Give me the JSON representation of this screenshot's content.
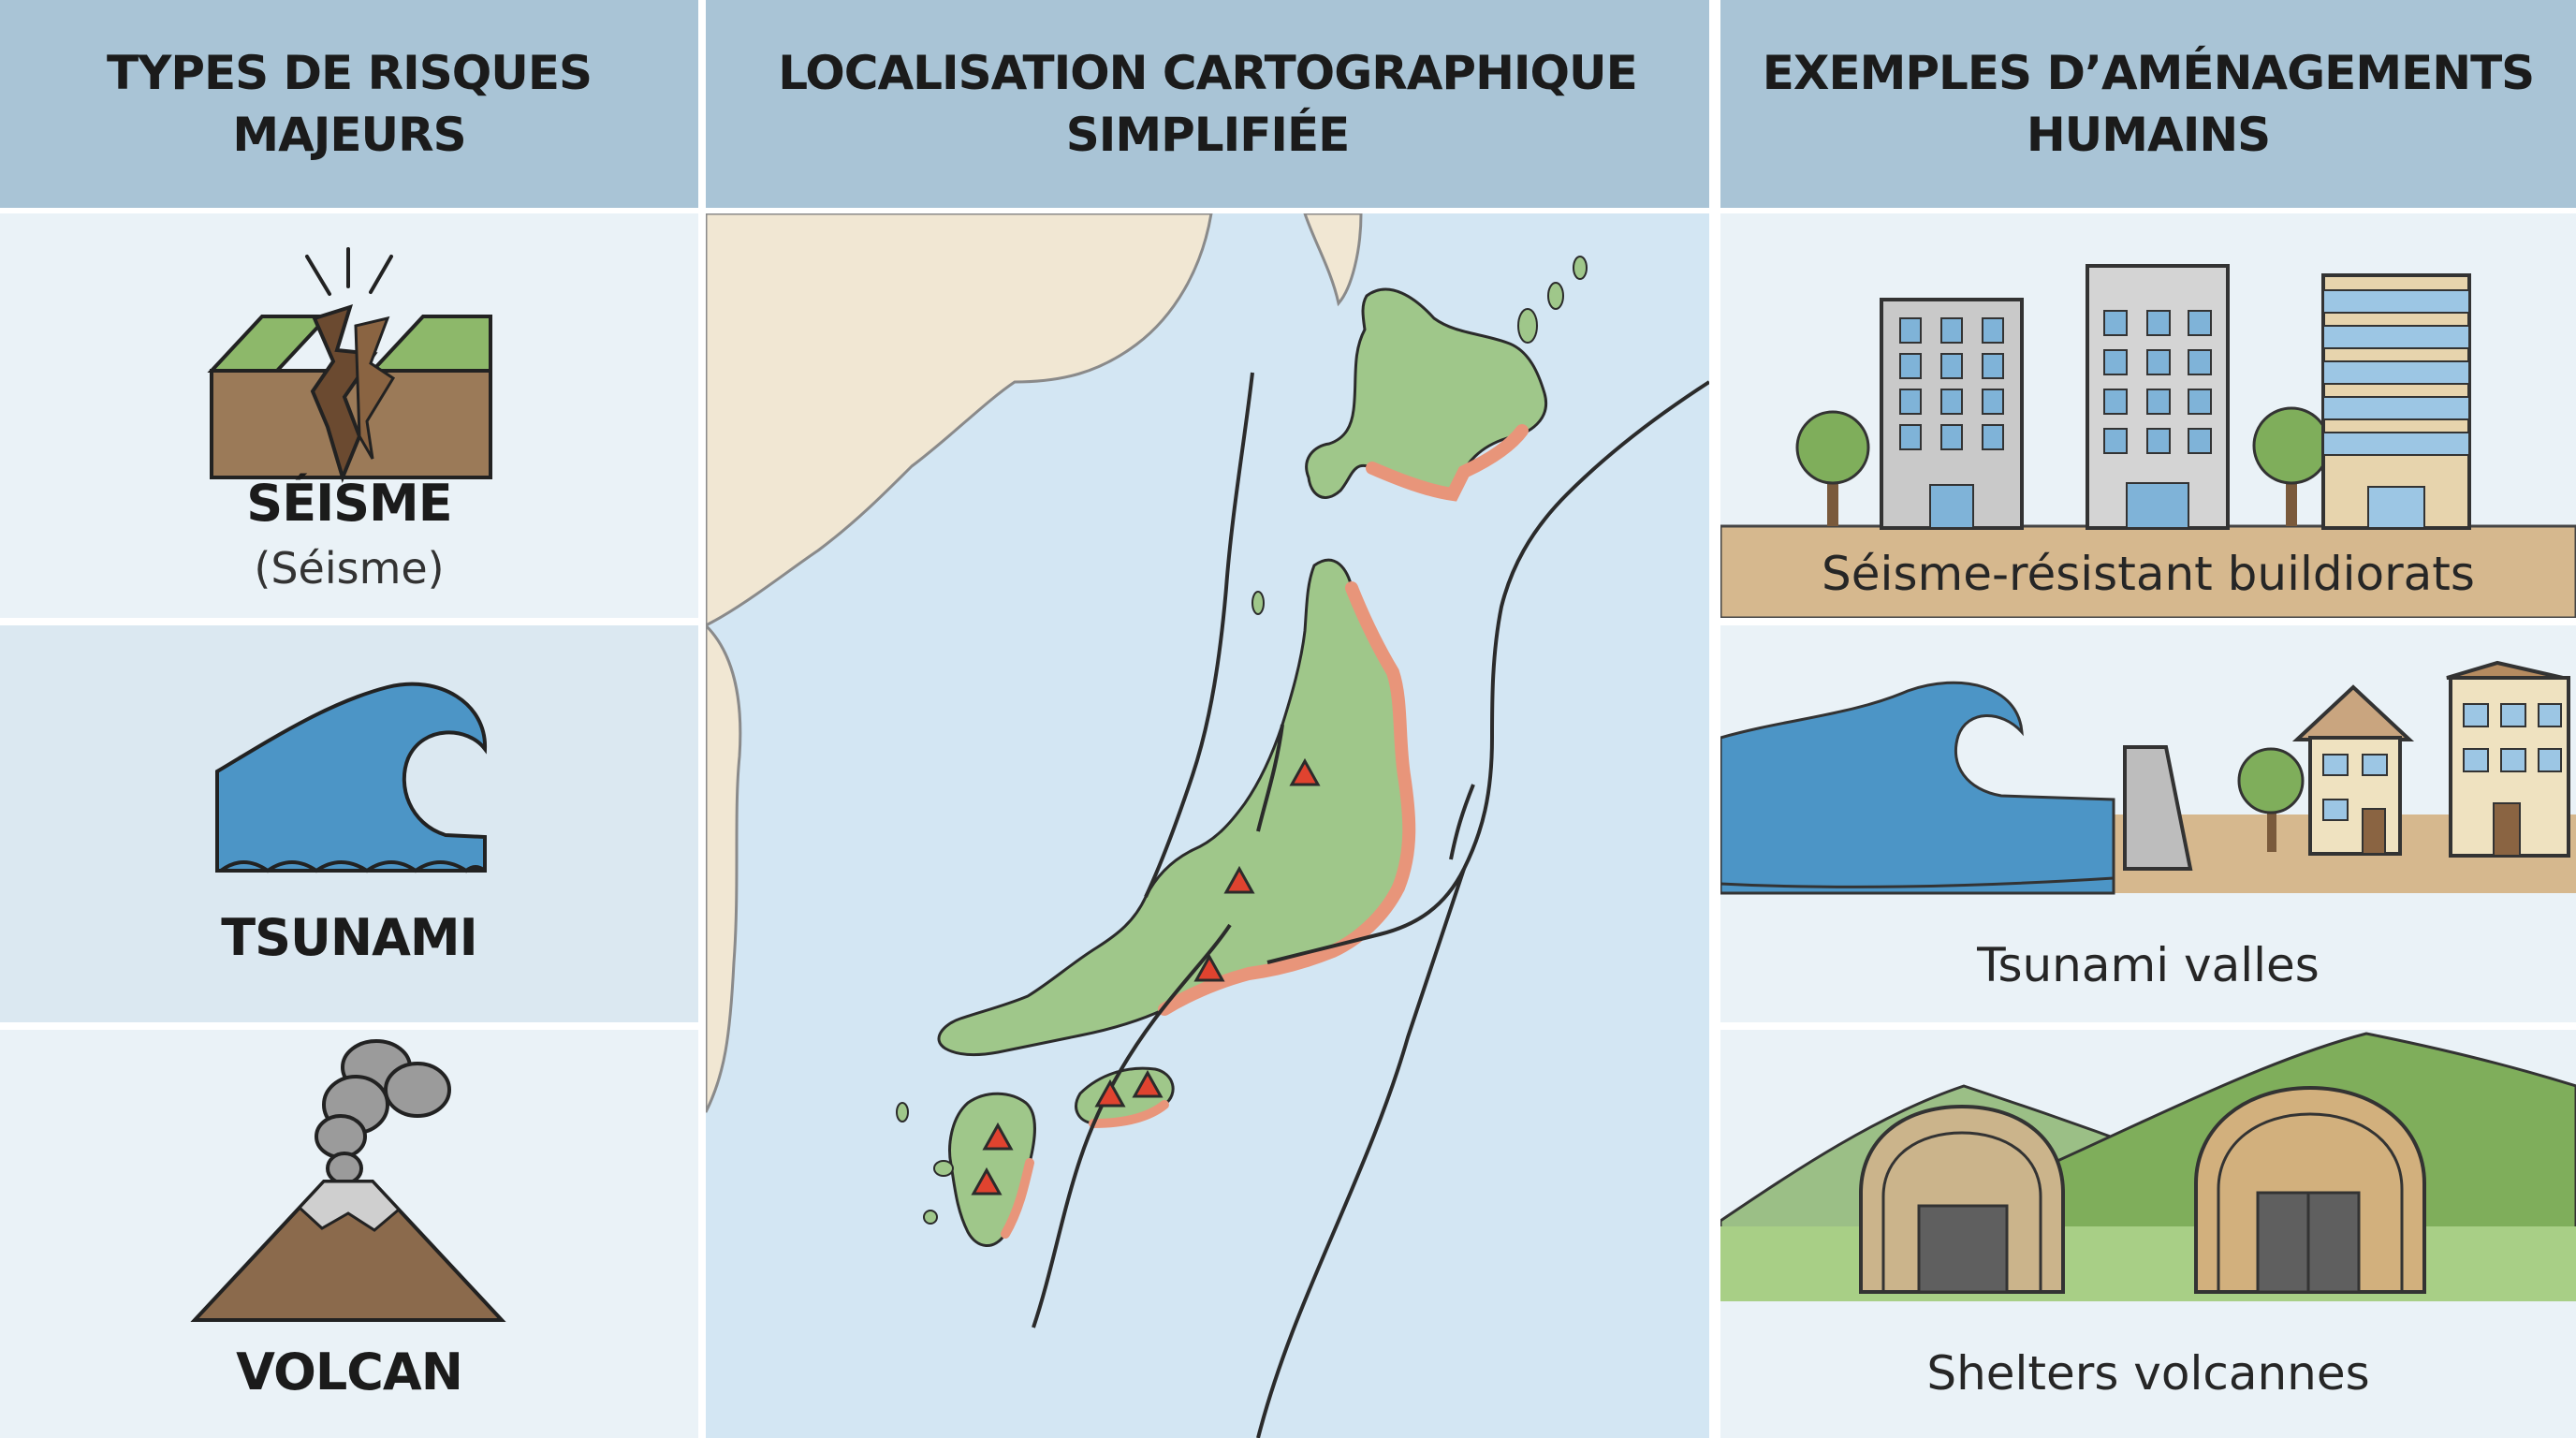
{
  "headers": {
    "left": {
      "line1": "TYPES DE RISQUES",
      "line2": "MAJEURS"
    },
    "middle": {
      "line1": "LOCALISATION CARTOGRAPHIQUE",
      "line2": "SIMPLIFIÉE"
    },
    "right": {
      "line1": "EXEMPLES D’AMÉNAGEMENTS",
      "line2": "HUMAINS"
    }
  },
  "risks": [
    {
      "name": "SÉISME",
      "subtitle": "(Séisme)",
      "icon": "earthquake-icon"
    },
    {
      "name": "TSUNAMI",
      "icon": "wave-icon"
    },
    {
      "name": "VOLCAN",
      "icon": "volcano-icon"
    }
  ],
  "map": {
    "volcano_markers": 7,
    "colors": {
      "sea": "#d3e6f3",
      "land_japan": "#9fc78a",
      "risk_zone": "#e8957a",
      "mainland": "#f1e7d3",
      "volcano": "#e0432f"
    }
  },
  "examples": [
    {
      "label": "Séisme-résistant buildiorats",
      "icon": "buildings-icon"
    },
    {
      "label": "Tsunami valles",
      "icon": "seawall-icon"
    },
    {
      "label": "Shelters volcannes",
      "icon": "shelter-icon"
    }
  ]
}
